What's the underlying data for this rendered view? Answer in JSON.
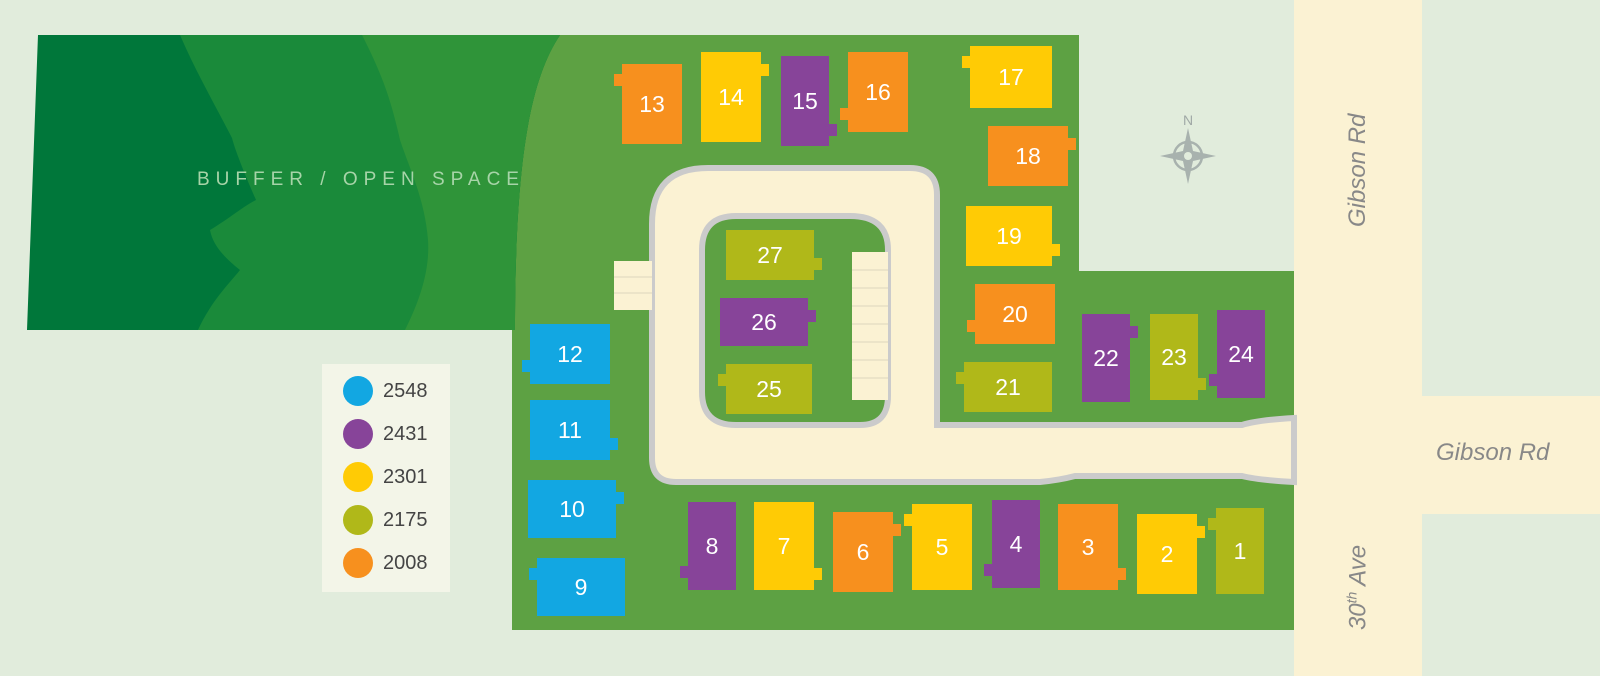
{
  "buffer_label": "BUFFER / OPEN SPACE",
  "roads": {
    "gibson_vertical": "Gibson Rd",
    "gibson_horizontal": "Gibson Rd",
    "avenue_number": "30",
    "avenue_suffix": "th",
    "avenue_name": "Ave"
  },
  "compass": {
    "north_label": "N",
    "icon": "compass-rose-icon"
  },
  "colors": {
    "2548": "#12a7e2",
    "2431": "#874499",
    "2301": "#ffcb05",
    "2175": "#b0b819",
    "2008": "#f7901e",
    "site_green": "#5da143",
    "forest_dark": "#00773a",
    "road_cream": "#fbf2d3",
    "background": "#e1ecdc"
  },
  "legend": [
    {
      "plan": "2548",
      "color": "#12a7e2"
    },
    {
      "plan": "2431",
      "color": "#874499"
    },
    {
      "plan": "2301",
      "color": "#ffcb05"
    },
    {
      "plan": "2175",
      "color": "#b0b819"
    },
    {
      "plan": "2008",
      "color": "#f7901e"
    }
  ],
  "lots": [
    {
      "number": "1",
      "plan": "2175"
    },
    {
      "number": "2",
      "plan": "2301"
    },
    {
      "number": "3",
      "plan": "2008"
    },
    {
      "number": "4",
      "plan": "2431"
    },
    {
      "number": "5",
      "plan": "2301"
    },
    {
      "number": "6",
      "plan": "2008"
    },
    {
      "number": "7",
      "plan": "2301"
    },
    {
      "number": "8",
      "plan": "2431"
    },
    {
      "number": "9",
      "plan": "2548"
    },
    {
      "number": "10",
      "plan": "2548"
    },
    {
      "number": "11",
      "plan": "2548"
    },
    {
      "number": "12",
      "plan": "2548"
    },
    {
      "number": "13",
      "plan": "2008"
    },
    {
      "number": "14",
      "plan": "2301"
    },
    {
      "number": "15",
      "plan": "2431"
    },
    {
      "number": "16",
      "plan": "2008"
    },
    {
      "number": "17",
      "plan": "2301"
    },
    {
      "number": "18",
      "plan": "2008"
    },
    {
      "number": "19",
      "plan": "2301"
    },
    {
      "number": "20",
      "plan": "2008"
    },
    {
      "number": "21",
      "plan": "2175"
    },
    {
      "number": "22",
      "plan": "2431"
    },
    {
      "number": "23",
      "plan": "2175"
    },
    {
      "number": "24",
      "plan": "2431"
    },
    {
      "number": "25",
      "plan": "2175"
    },
    {
      "number": "26",
      "plan": "2431"
    },
    {
      "number": "27",
      "plan": "2175"
    }
  ]
}
